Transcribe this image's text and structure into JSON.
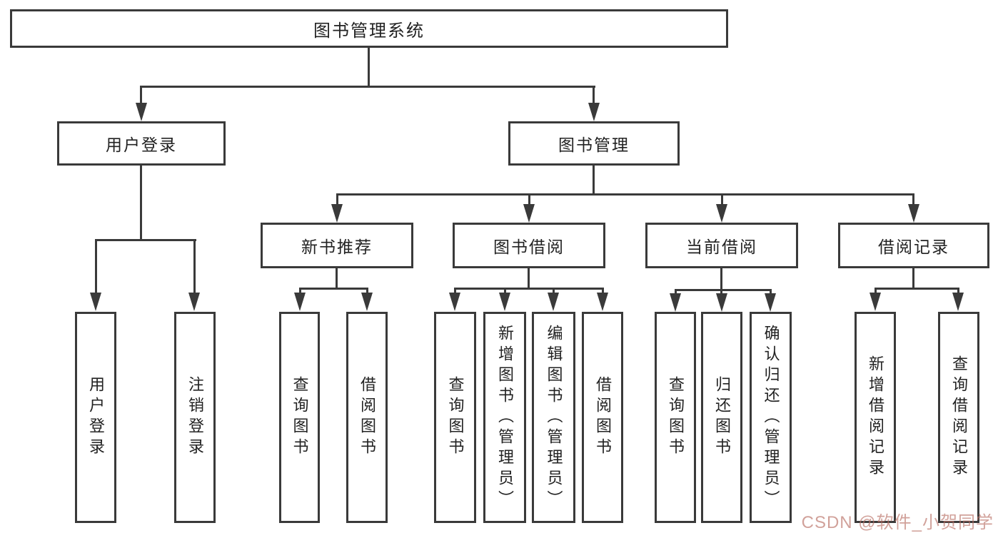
{
  "diagram_type": "function-structure-tree",
  "colors": {
    "line": "#3a3a3a",
    "text": "#222222",
    "background": "#ffffff",
    "watermark_tint": "#b96e64"
  },
  "tree": {
    "label": "图书管理系统",
    "children": [
      {
        "label": "用户登录",
        "children": [
          {
            "label": "用户登录"
          },
          {
            "label": "注销登录"
          }
        ]
      },
      {
        "label": "图书管理",
        "children": [
          {
            "label": "新书推荐",
            "children": [
              {
                "label": "查询图书"
              },
              {
                "label": "借阅图书"
              }
            ]
          },
          {
            "label": "图书借阅",
            "children": [
              {
                "label": "查询图书"
              },
              {
                "label": "新增图书（管理员）"
              },
              {
                "label": "编辑图书（管理员）"
              },
              {
                "label": "借阅图书"
              }
            ]
          },
          {
            "label": "当前借阅",
            "children": [
              {
                "label": "查询图书"
              },
              {
                "label": "归还图书"
              },
              {
                "label": "确认归还（管理员）"
              }
            ]
          },
          {
            "label": "借阅记录",
            "children": [
              {
                "label": "新增借阅记录"
              },
              {
                "label": "查询借阅记录"
              }
            ]
          }
        ]
      }
    ]
  },
  "watermark": {
    "text": "CSDN @软件_小贺同学"
  }
}
